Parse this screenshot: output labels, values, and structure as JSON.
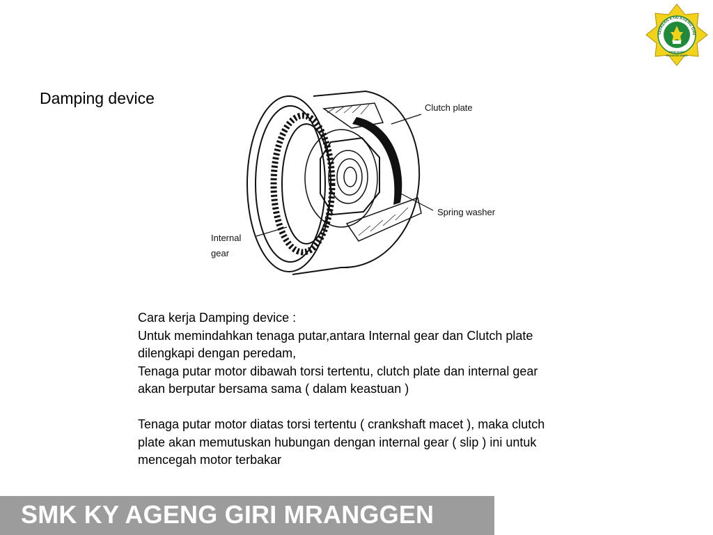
{
  "slide": {
    "title": "Damping device"
  },
  "logo": {
    "ring_text": "YAYASAN KYAI AGENG GIRI",
    "bottom_text_1": "GIRIKUSUMO",
    "bottom_text_2": "MRANGGEN DEMAK",
    "colors": {
      "star": "#f2d21b",
      "circle": "#1f8a3b",
      "outline": "#b58d00"
    }
  },
  "diagram": {
    "labels": {
      "clutch_plate": "Clutch plate",
      "spring_washer": "Spring washer",
      "internal_gear_1": "Internal",
      "internal_gear_2": "gear"
    }
  },
  "body": {
    "p1": "Cara kerja Damping device :",
    "p2": "Untuk memindahkan tenaga putar,antara Internal gear dan Clutch plate",
    "p3": "dilengkapi dengan peredam,",
    "p4": "Tenaga putar motor dibawah torsi tertentu,  clutch plate dan internal gear",
    "p5": "akan berputar bersama sama ( dalam keastuan )",
    "p6": "Tenaga putar motor diatas torsi tertentu ( crankshaft macet ), maka clutch",
    "p7": "plate akan memutuskan hubungan dengan internal gear ( slip ) ini untuk",
    "p8": "mencegah motor terbakar"
  },
  "footer": {
    "text": "SMK KY AGENG GIRI MRANGGEN",
    "color": "#9c9c9c"
  }
}
